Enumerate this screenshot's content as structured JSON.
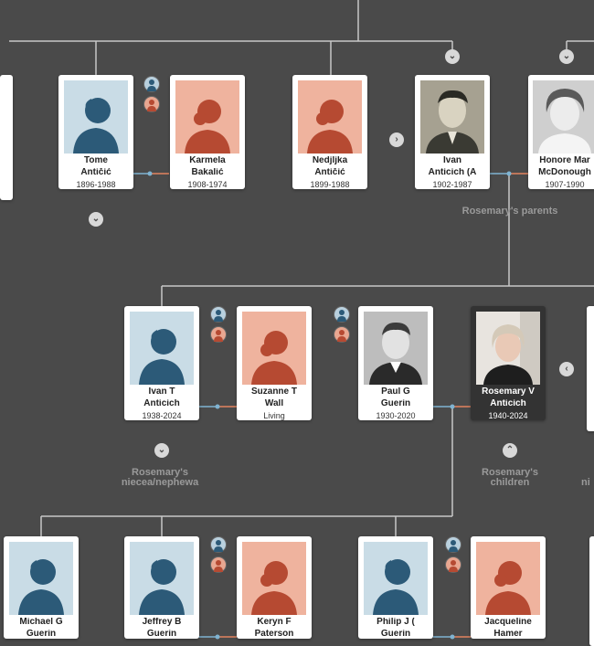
{
  "cards": {
    "tome": {
      "name1": "Tome",
      "name2": "Antičić",
      "years": "1896-1988"
    },
    "karmela": {
      "name1": "Karmela",
      "name2": "Bakalić",
      "years": "1908-1974"
    },
    "nedjeljka": {
      "name1": "Nedjljka",
      "name2": "Antičić",
      "years": "1899-1988"
    },
    "ivan_a": {
      "name1": "Ivan",
      "name2": "Anticich (A",
      "years": "1902-1987"
    },
    "honore": {
      "name1": "Honore Mar",
      "name2": "McDonough",
      "years": "1907-1990"
    },
    "ivan_t": {
      "name1": "Ivan T",
      "name2": "Anticich",
      "years": "1938-2024"
    },
    "suzanne": {
      "name1": "Suzanne T",
      "name2": "Wall",
      "years": "Living"
    },
    "paul": {
      "name1": "Paul G",
      "name2": "Guerin",
      "years": "1930-2020"
    },
    "rosemary": {
      "name1": "Rosemary V",
      "name2": "Anticich",
      "years": "1940-2024"
    },
    "michael": {
      "name1": "Michael G",
      "name2": "Guerin",
      "years": ""
    },
    "jeffrey": {
      "name1": "Jeffrey B",
      "name2": "Guerin",
      "years": ""
    },
    "keryn": {
      "name1": "Keryn F",
      "name2": "Paterson",
      "years": ""
    },
    "philip": {
      "name1": "Philip J (",
      "name2": "Guerin",
      "years": ""
    },
    "jacqueline": {
      "name1": "Jacqueline",
      "name2": "Hamer",
      "years": ""
    }
  },
  "labels": {
    "parents": "Rosemary's parents",
    "nieces_1": "Rosemary's",
    "nieces_2": "niecea/nephewa",
    "children_1": "Rosemary's",
    "children_2": "children",
    "edge_cut": "ni"
  },
  "icons": {
    "expand_down": "chevron-down-icon",
    "expand_up": "chevron-up-icon",
    "next": "chevron-right-icon",
    "prev": "chevron-left-icon"
  },
  "colors": {
    "background": "#4a4a4a",
    "male_bg": "#c9dce6",
    "male_fg": "#2c5a78",
    "female_bg": "#efb39e",
    "female_fg": "#b64a32",
    "selected_card": "#333333"
  }
}
